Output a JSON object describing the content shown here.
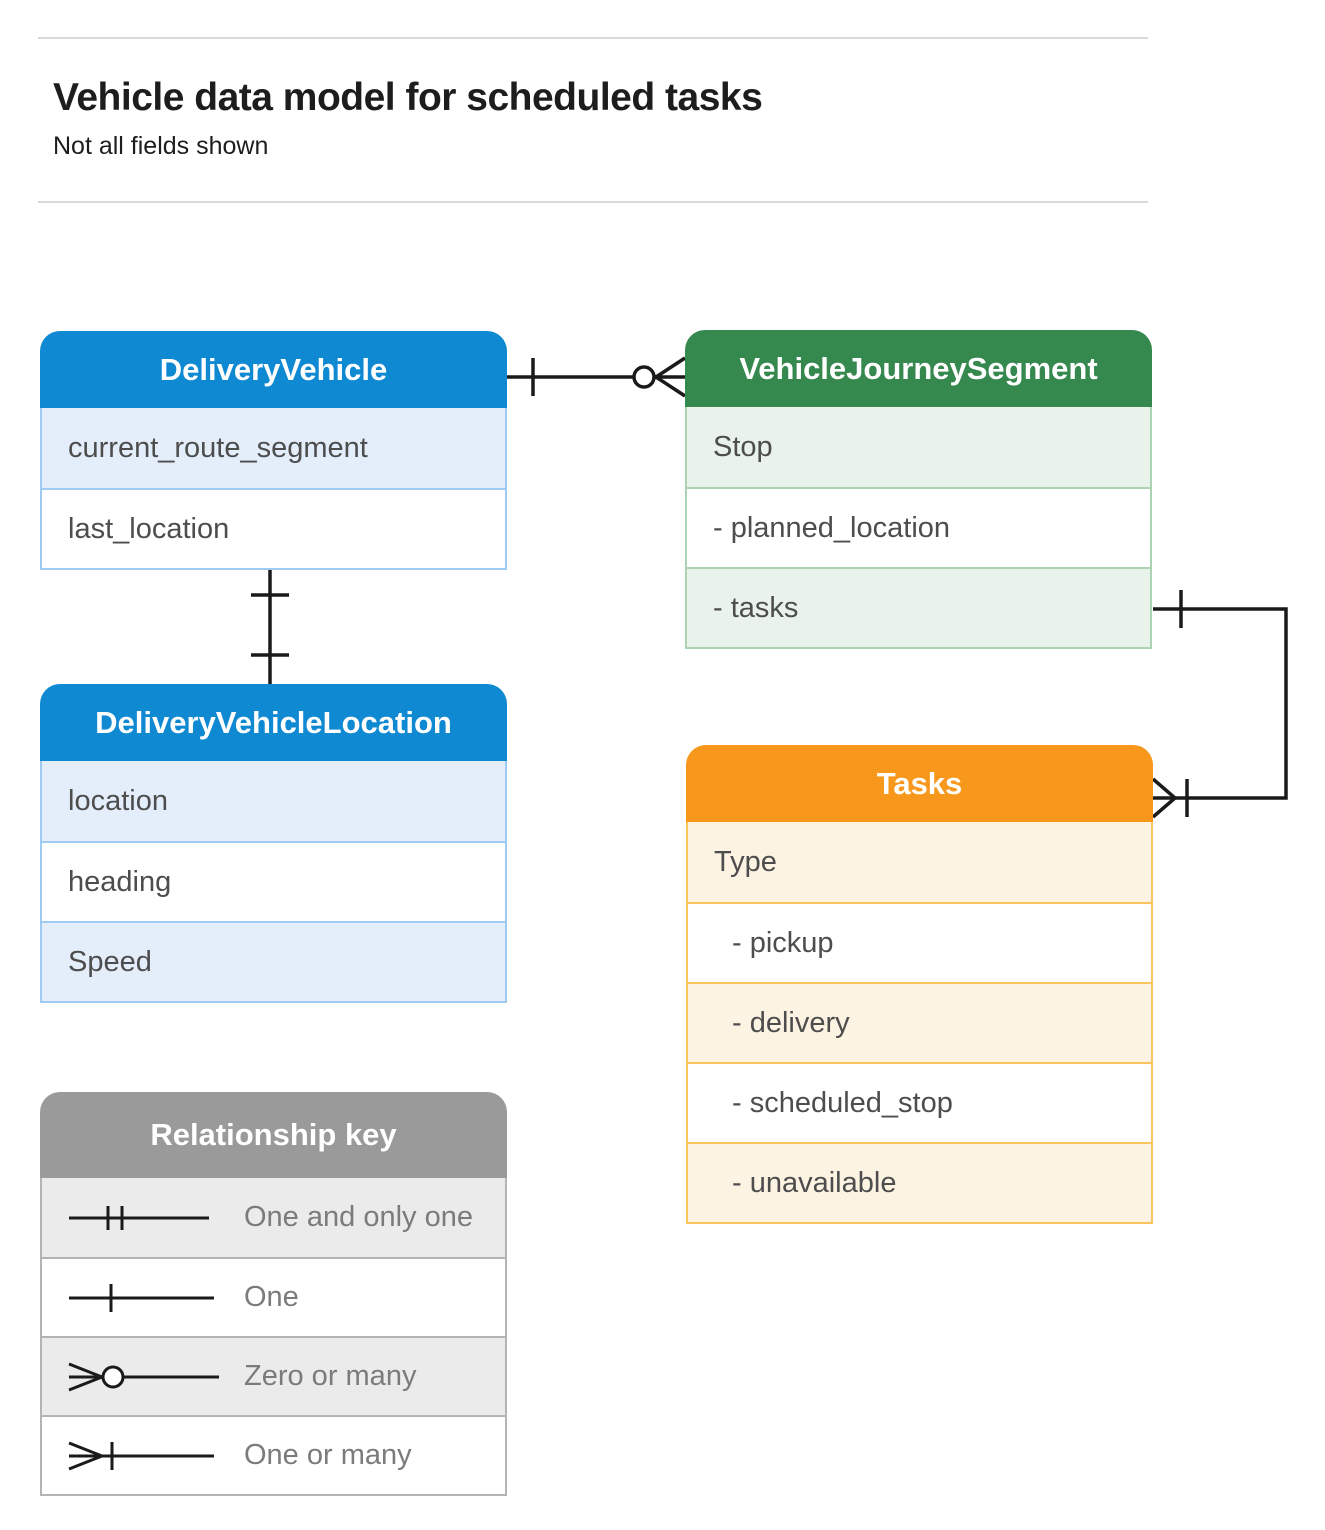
{
  "header": {
    "title": "Vehicle data model for scheduled tasks",
    "subtitle": "Not all fields shown"
  },
  "entities": {
    "delivery_vehicle": {
      "title": "DeliveryVehicle",
      "fields": [
        "current_route_segment",
        "last_location"
      ]
    },
    "vehicle_journey_segment": {
      "title": "VehicleJourneySegment",
      "fields": [
        "Stop",
        "- planned_location",
        "- tasks"
      ]
    },
    "delivery_vehicle_location": {
      "title": "DeliveryVehicleLocation",
      "fields": [
        "location",
        "heading",
        "Speed"
      ]
    },
    "tasks": {
      "title": "Tasks",
      "fields": [
        "Type",
        "- pickup",
        "- delivery",
        "- scheduled_stop",
        "- unavailable"
      ]
    }
  },
  "relationships": [
    {
      "from": "DeliveryVehicle",
      "to": "VehicleJourneySegment",
      "from_cardinality": "one",
      "to_cardinality": "zero-or-many"
    },
    {
      "from": "DeliveryVehicle",
      "to": "DeliveryVehicleLocation",
      "from_cardinality": "one",
      "to_cardinality": "one"
    },
    {
      "from": "VehicleJourneySegment.tasks",
      "to": "Tasks",
      "from_cardinality": "one",
      "to_cardinality": "one-or-many"
    }
  ],
  "relationship_key": {
    "title": "Relationship key",
    "items": [
      {
        "symbol": "one-and-only-one",
        "label": "One and only one"
      },
      {
        "symbol": "one",
        "label": "One"
      },
      {
        "symbol": "zero-or-many",
        "label": "Zero or many"
      },
      {
        "symbol": "one-or-many",
        "label": "One or many"
      }
    ]
  },
  "colors": {
    "blue_header": "#1089d3",
    "blue_tint": "#e4eefb",
    "blue_border": "#9fcaf1",
    "green_header": "#35884e",
    "green_tint": "#e9f3ec",
    "green_border": "#abd4b5",
    "orange_header": "#f7981d",
    "orange_tint": "#fdf3e3",
    "orange_border": "#fac45e",
    "gray_header": "#9a9a9a",
    "gray_tint": "#ebebeb",
    "gray_border": "#b4b4b4",
    "connector": "#1a1a1a",
    "row_text": "#4d4d4d"
  }
}
